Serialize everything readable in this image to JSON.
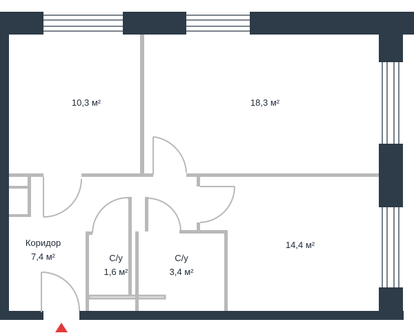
{
  "colors": {
    "wall": "#2e3b48",
    "partition": "#b9b9b9",
    "window": "#2e3b48",
    "entrance_marker": "#e23a3a",
    "text": "#1f2937"
  },
  "rooms": [
    {
      "id": "room-1",
      "area": "10,3 м²"
    },
    {
      "id": "room-2",
      "area": "18,3 м²"
    },
    {
      "id": "room-3",
      "area": "14,4 м²"
    },
    {
      "id": "corridor",
      "name": "Коридор",
      "area": "7,4 м²"
    },
    {
      "id": "bath-1",
      "name": "С/у",
      "area": "1,6 м²"
    },
    {
      "id": "bath-2",
      "name": "С/у",
      "area": "3,4 м²"
    }
  ],
  "entrance": {
    "icon": "entrance-arrow-icon"
  }
}
